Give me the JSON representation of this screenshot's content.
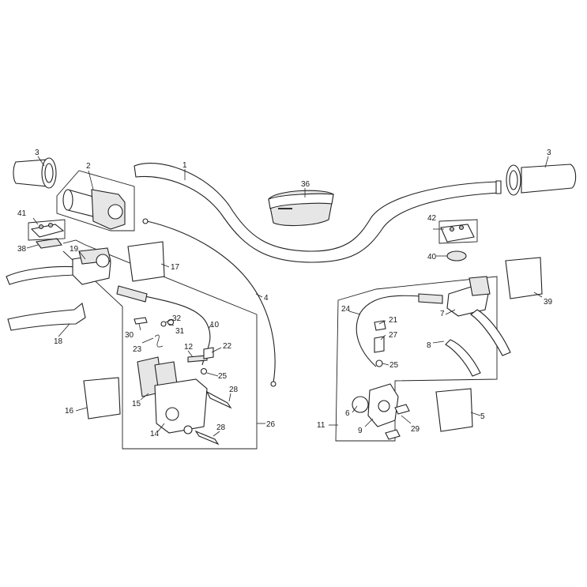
{
  "diagram": {
    "callouts": {
      "c1": "1",
      "c2": "2",
      "c3a": "3",
      "c3b": "3",
      "c4": "4",
      "c5": "5",
      "c6": "6",
      "c7": "7",
      "c8": "8",
      "c9": "9",
      "c10": "10",
      "c11": "11",
      "c12": "12",
      "c14": "14",
      "c15": "15",
      "c16": "16",
      "c17": "17",
      "c18": "18",
      "c19": "19",
      "c21": "21",
      "c22": "22",
      "c23": "23",
      "c24": "24",
      "c25a": "25",
      "c25b": "25",
      "c26": "26",
      "c27": "27",
      "c28a": "28",
      "c28b": "28",
      "c29": "29",
      "c30": "30",
      "c31": "31",
      "c32": "32",
      "c36": "36",
      "c38": "38",
      "c39": "39",
      "c40": "40",
      "c41": "41",
      "c42": "42"
    }
  }
}
